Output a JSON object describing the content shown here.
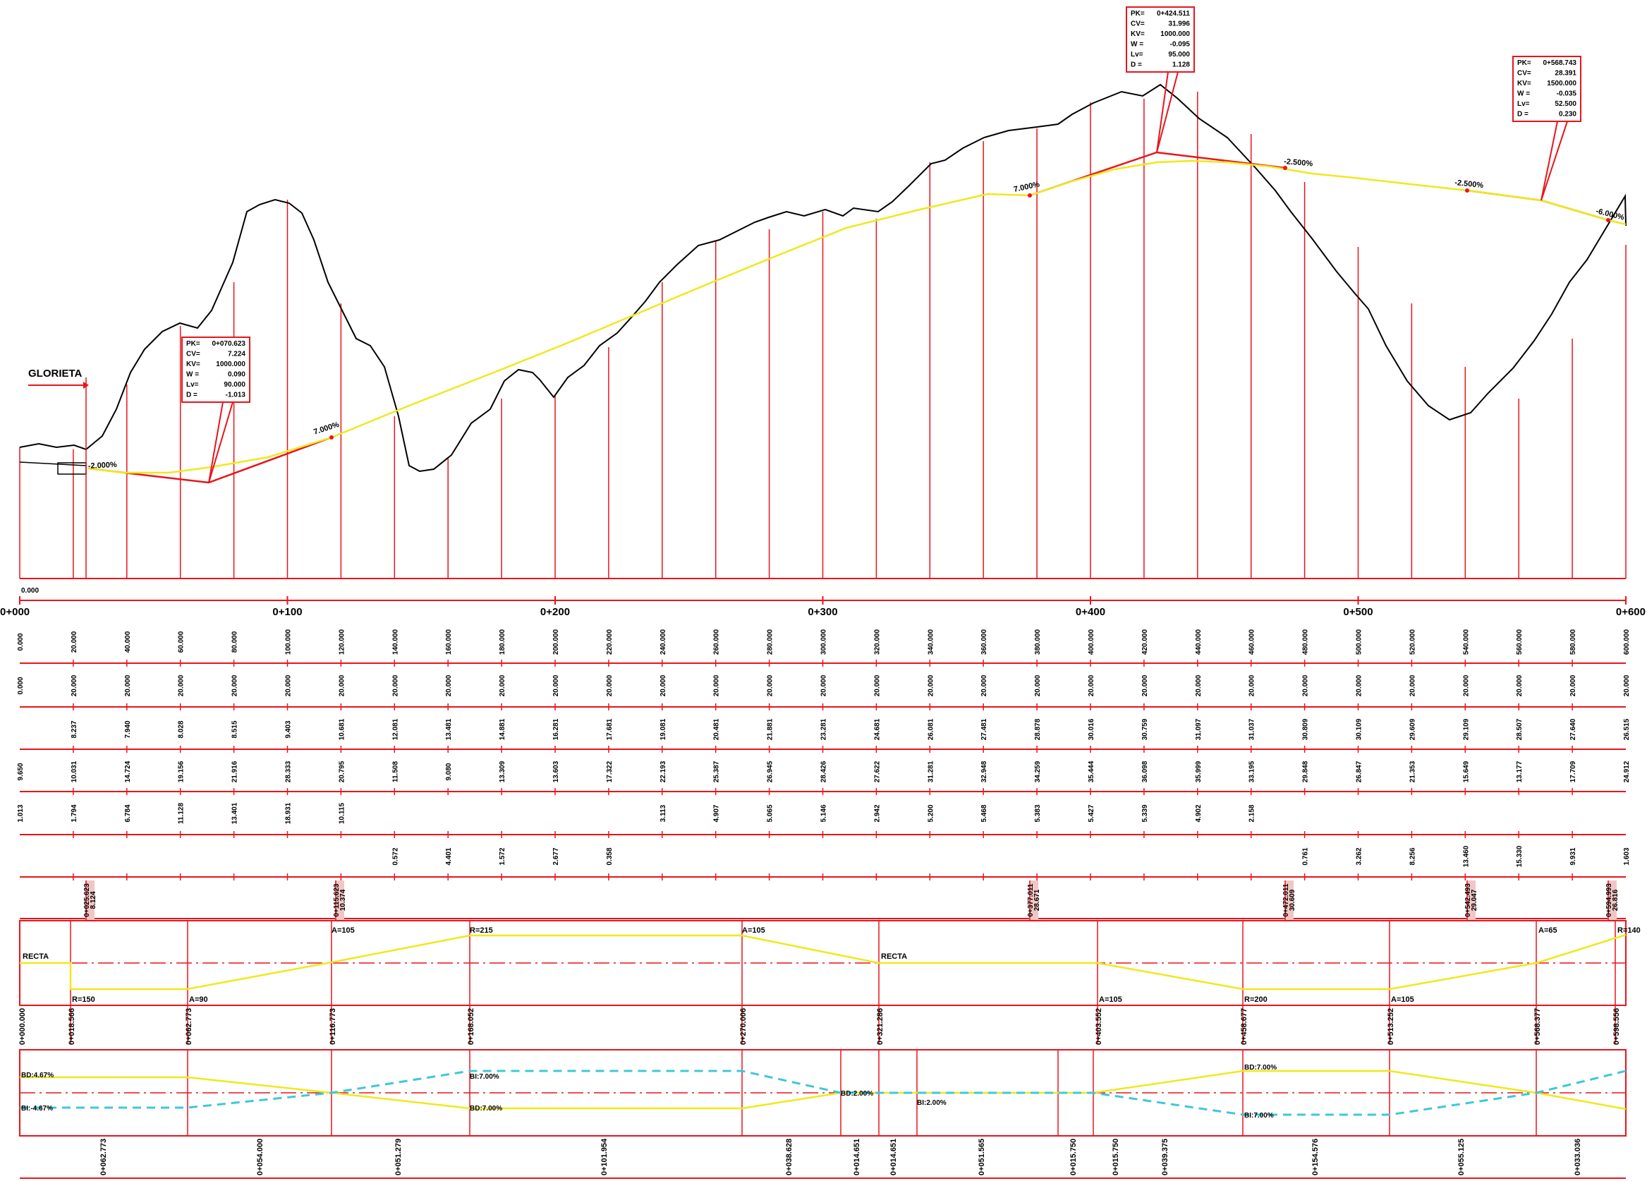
{
  "profile": {
    "glorieta_label": "GLORIETA",
    "origin_value": "0.000",
    "km_labels": [
      "0+000",
      "0+100",
      "0+200",
      "0+300",
      "0+400",
      "0+500",
      "0+600"
    ],
    "grades": [
      "-2.000%",
      "7.000%",
      "7.000%",
      "-2.500%",
      "-2.500%",
      "-6.000%"
    ],
    "vertical_curves": [
      {
        "lines": [
          "PK=",
          "0+070.623",
          "CV=",
          "7.224",
          "KV=",
          "1000.000",
          "W =",
          "0.090",
          "Lv=",
          "90.000",
          "D =",
          "-1.013"
        ]
      },
      {
        "lines": [
          "PK=",
          "0+424.511",
          "CV=",
          "31.996",
          "KV=",
          "1000.000",
          "W =",
          "-0.095",
          "Lv=",
          "95.000",
          "D =",
          "1.128"
        ]
      },
      {
        "lines": [
          "PK=",
          "0+568.743",
          "CV=",
          "28.391",
          "KV=",
          "1500.000",
          "W =",
          "-0.035",
          "Lv=",
          "52.500",
          "D =",
          "0.230"
        ]
      }
    ]
  },
  "guitar": {
    "distancia_origen": [
      "0.000",
      "20.000",
      "40.000",
      "60.000",
      "80.000",
      "100.000",
      "120.000",
      "140.000",
      "160.000",
      "180.000",
      "200.000",
      "220.000",
      "240.000",
      "260.000",
      "280.000",
      "300.000",
      "320.000",
      "340.000",
      "360.000",
      "380.000",
      "400.000",
      "420.000",
      "440.000",
      "460.000",
      "480.000",
      "500.000",
      "520.000",
      "540.000",
      "560.000",
      "580.000",
      "600.000"
    ],
    "distancias_parciales": [
      "0.000",
      "20.000",
      "20.000",
      "20.000",
      "20.000",
      "20.000",
      "20.000",
      "20.000",
      "20.000",
      "20.000",
      "20.000",
      "20.000",
      "20.000",
      "20.000",
      "20.000",
      "20.000",
      "20.000",
      "20.000",
      "20.000",
      "20.000",
      "20.000",
      "20.000",
      "20.000",
      "20.000",
      "20.000",
      "20.000",
      "20.000",
      "20.000",
      "20.000",
      "20.000",
      "20.000"
    ],
    "cota_rasante": [
      "",
      "8.237",
      "7.940",
      "8.028",
      "8.515",
      "9.403",
      "10.681",
      "12.081",
      "13.481",
      "14.881",
      "16.281",
      "17.681",
      "19.081",
      "20.481",
      "21.881",
      "23.281",
      "24.681",
      "26.081",
      "27.481",
      "28.878",
      "30.016",
      "30.759",
      "31.097",
      "31.037",
      "30.809",
      "30.109",
      "29.609",
      "29.109",
      "28.507",
      "27.640",
      "26.515"
    ],
    "cota_terreno": [
      "9.650",
      "10.031",
      "14.724",
      "19.156",
      "21.916",
      "28.333",
      "20.795",
      "11.508",
      "9.080",
      "13.309",
      "13.603",
      "17.322",
      "22.193",
      "25.387",
      "26.945",
      "28.426",
      "27.622",
      "31.281",
      "32.948",
      "34.259",
      "35.444",
      "36.098",
      "35.999",
      "33.195",
      "29.848",
      "26.847",
      "21.353",
      "15.649",
      "13.177",
      "17.709",
      "24.912"
    ],
    "desmonte": [
      "1.013",
      "1.794",
      "6.784",
      "11.128",
      "13.401",
      "18.931",
      "10.115",
      "",
      "",
      "",
      "",
      "",
      "3.113",
      "4.907",
      "5.065",
      "5.146",
      "2.942",
      "5.200",
      "5.468",
      "5.383",
      "5.427",
      "5.339",
      "4.902",
      "2.158",
      "",
      "",
      "",
      "",
      "",
      "",
      ""
    ],
    "terraplen": [
      "",
      "",
      "",
      "",
      "",
      "",
      "",
      "0.572",
      "4.401",
      "1.572",
      "2.677",
      "0.358",
      "",
      "",
      "",
      "",
      "",
      "",
      "",
      "",
      "",
      "",
      "",
      "",
      "0.761",
      "3.262",
      "8.256",
      "13.460",
      "15.330",
      "9.931",
      "1.603"
    ],
    "puntos_tangencia": [
      {
        "pk": "0+025.623",
        "cota": "8.124"
      },
      {
        "pk": "0+115.623",
        "cota": "10.374"
      },
      {
        "pk": "0+377.011",
        "cota": "28.671"
      },
      {
        "pk": "0+472.011",
        "cota": "30.609"
      },
      {
        "pk": "0+542.493",
        "cota": "29.047"
      },
      {
        "pk": "0+594.993",
        "cota": "26.816"
      }
    ]
  },
  "alignment": {
    "labels_top": [
      "RECTA",
      "A=105",
      "R=215",
      "A=105",
      "RECTA",
      "A=65",
      "R=140"
    ],
    "labels_bottom": [
      "R=150",
      "A=90",
      "A=105",
      "R=200",
      "A=105"
    ],
    "stations": [
      "0+000.000",
      "0+018.566",
      "0+062.773",
      "0+116.773",
      "0+168.052",
      "0+270.006",
      "0+321.286",
      "0+403.552",
      "0+458.677",
      "0+513.252",
      "0+568.377",
      "0+598.556"
    ]
  },
  "superelevation": {
    "labels": [
      "BD:4.67%",
      "BI:-4.67%",
      "BI:7.00%",
      "BD:7.00%",
      "BD:2.00%",
      "BI:2.00%",
      "BD:7.00%",
      "BI:7.00%"
    ],
    "stations": [
      "0+062.773",
      "0+054.000",
      "0+051.279",
      "0+101.954",
      "0+038.628",
      "0+014.651",
      "0+014.651",
      "0+051.565",
      "0+015.750",
      "0+015.750",
      "0+039.375",
      "0+154.576",
      "0+055.125",
      "0+033.036"
    ]
  },
  "colors": {
    "grid": "#e8141c",
    "rasante": "#f0e81c",
    "peralte": "#3ec8d8",
    "terreno": "#000000"
  }
}
